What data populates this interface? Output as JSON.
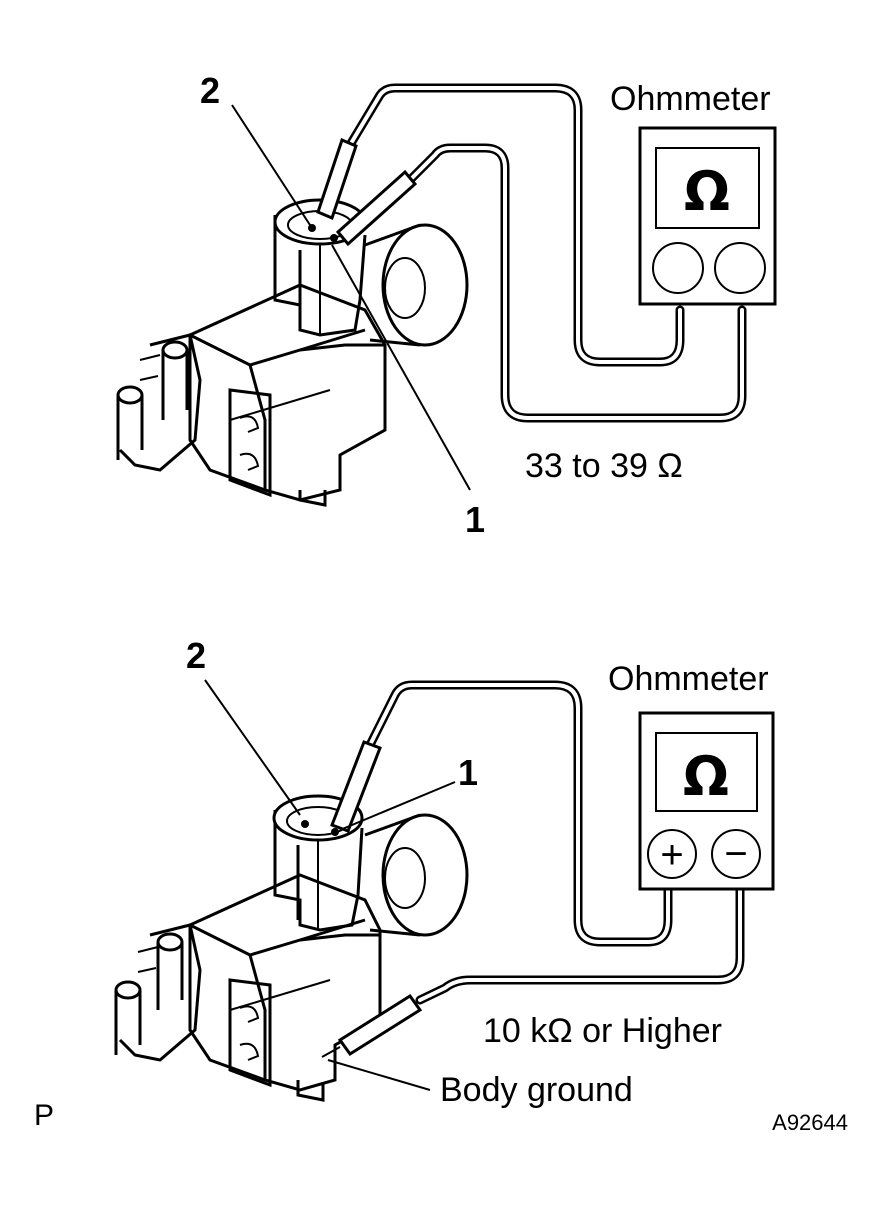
{
  "top_figure": {
    "meter_label": "Ohmmeter",
    "meter_symbol": "Ω",
    "reading": "33 to 39 Ω",
    "terminal_1": "1",
    "terminal_2": "2",
    "meter_terminals": [
      "",
      ""
    ]
  },
  "bottom_figure": {
    "meter_label": "Ohmmeter",
    "meter_symbol": "Ω",
    "reading": "10 kΩ or Higher",
    "terminal_1": "1",
    "terminal_2": "2",
    "ground_label": "Body ground",
    "meter_terminals": [
      "+",
      "−"
    ]
  },
  "footer": {
    "corner_letter": "P",
    "figure_code": "A92644"
  },
  "icons": {
    "meter": "ohmmeter-icon",
    "valve": "vsv-solenoid-valve-icon"
  }
}
